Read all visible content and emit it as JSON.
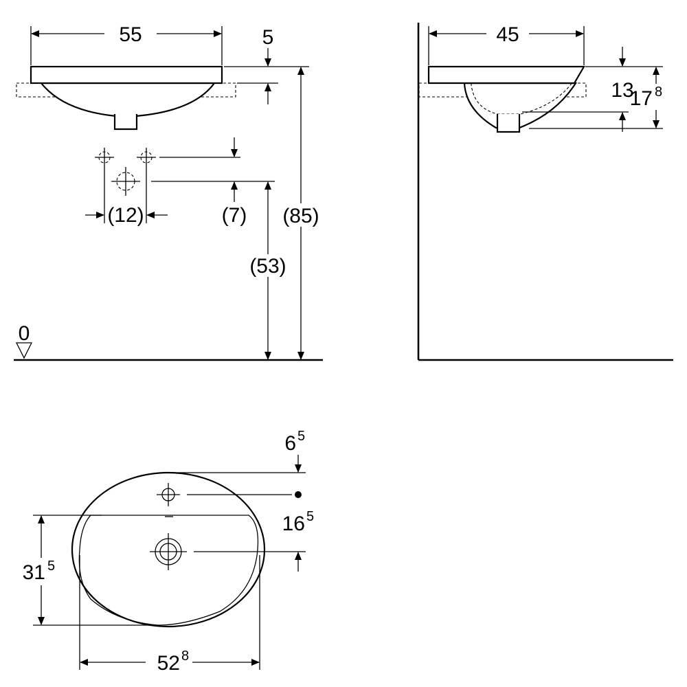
{
  "front_view": {
    "width_label": "55",
    "rim_label": "5",
    "tap_spacing_label": "(12)",
    "tap_offset_label": "(7)",
    "tap_height_label": "(53)",
    "total_height_label": "(85)",
    "floor_label": "0"
  },
  "side_view": {
    "depth_label": "45",
    "bowl_label": "13",
    "overall_label_main": "17",
    "overall_label_sup": "8"
  },
  "top_view": {
    "rim_offset_main": "6",
    "rim_offset_sup": "5",
    "tap_to_drain_main": "16",
    "tap_to_drain_sup": "5",
    "bowl_depth_main": "31",
    "bowl_depth_sup": "5",
    "bowl_width_main": "52",
    "bowl_width_sup": "8"
  }
}
